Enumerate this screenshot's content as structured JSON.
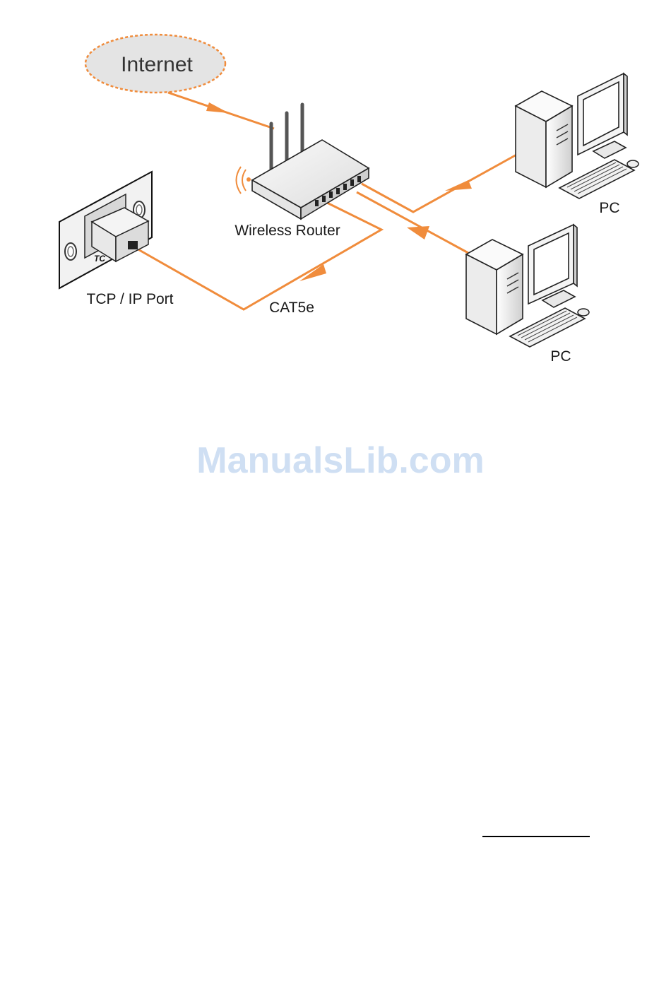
{
  "diagram": {
    "internet_label": "Internet",
    "router_label": "Wireless Router",
    "port_label": "TCP / IP Port",
    "port_plate_text": "TC",
    "cable_label": "CAT5e",
    "pc_top_label": "PC",
    "pc_bottom_label": "PC",
    "cable_color": "#f08c3c"
  },
  "watermark": {
    "text": "ManualsLib.com"
  }
}
